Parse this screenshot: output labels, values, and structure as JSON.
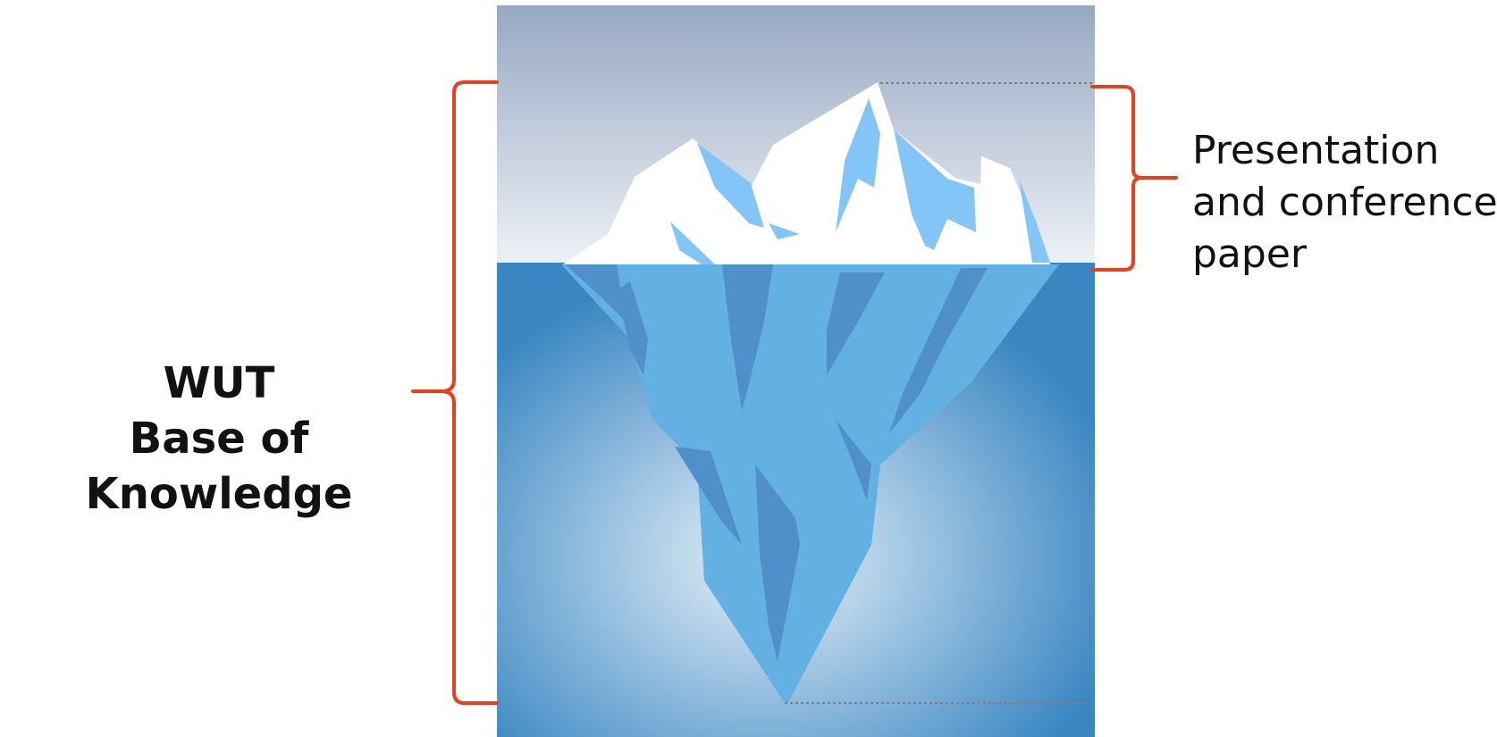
{
  "labels": {
    "base": {
      "line1": "WUT",
      "line2": "Base of Knowledge"
    },
    "tip": {
      "line1": "Presentation",
      "line2": "and conference",
      "line3": "paper"
    }
  },
  "colors": {
    "bracket": "#e8401a",
    "sky_top": "#97a8c2",
    "sky_bottom": "#eef1f6",
    "water_deep": "#3a86c2",
    "water_light": "#e6f0f8",
    "ice_above": "#ffffff",
    "ice_above_shade": "#83c5f7",
    "ice_below": "#63b0e3",
    "ice_below_shade": "#4f8fca",
    "dotted_line": "#7a8088"
  },
  "icons": [
    "iceberg-illustration",
    "left-curly-bracket",
    "right-curly-bracket"
  ]
}
